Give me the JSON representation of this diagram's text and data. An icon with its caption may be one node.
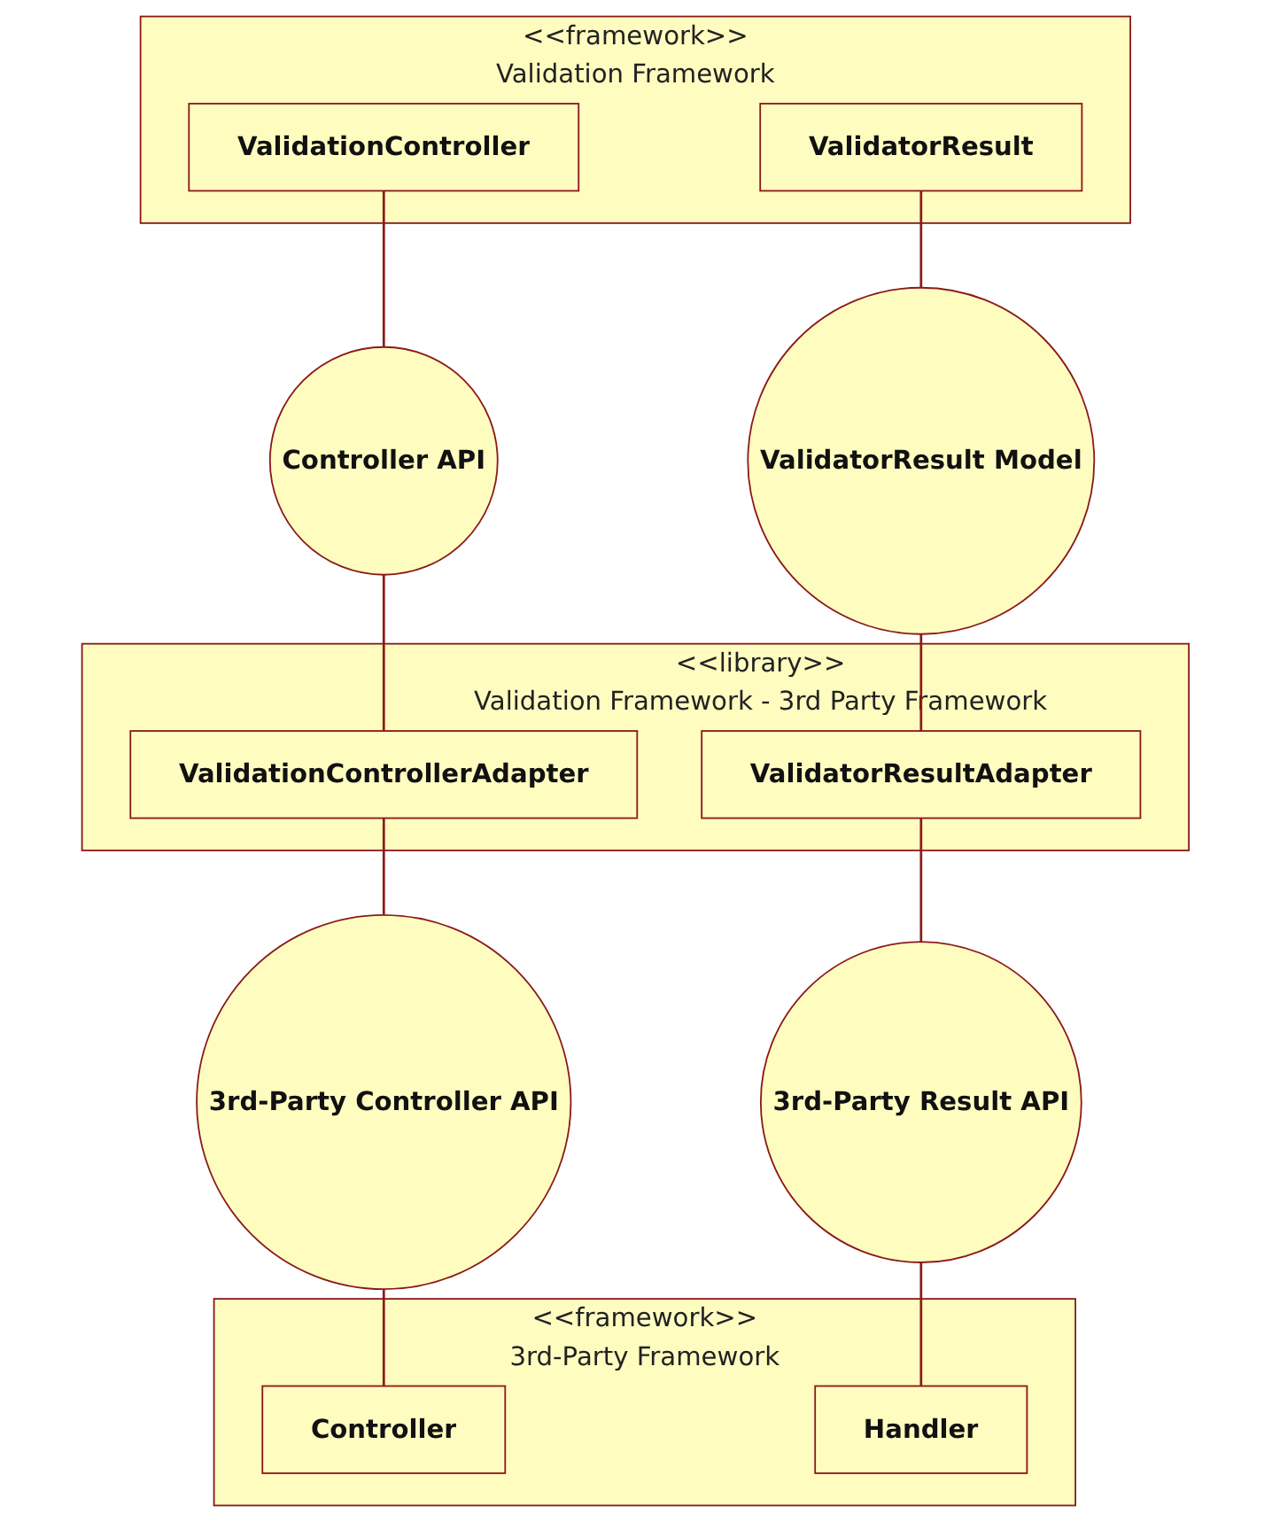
{
  "diagram": {
    "nodes": [
      {
        "text": [
          "<<framework>>",
          "Validation Framework"
        ]
      },
      {
        "text": [
          "ValidationController"
        ],
        "in": 0
      },
      {
        "text": [
          "ValidatorResult"
        ],
        "in": 0
      },
      {
        "text": [
          "Controller API"
        ]
      },
      {
        "text": [
          "ValidatorResult Model"
        ]
      },
      {
        "text": [
          "<<library>>",
          "Validation Framework - 3rd Party Framework"
        ]
      },
      {
        "text": [
          "ValidationControllerAdapter"
        ],
        "in": 5
      },
      {
        "text": [
          "ValidatorResultAdapter"
        ],
        "in": 5
      },
      {
        "text": [
          "3rd-Party Controller API"
        ]
      },
      {
        "text": [
          "3rd-Party Result API"
        ]
      },
      {
        "text": [
          "<<framework>>",
          "3rd-Party Framework"
        ]
      },
      {
        "text": [
          "Controller"
        ],
        "in": 10
      },
      {
        "text": [
          "Handler"
        ],
        "in": 10
      }
    ],
    "edges": [
      {
        "from": 1,
        "to": 3,
        "arrow": "none"
      },
      {
        "from": 3,
        "to": 6,
        "arrow": "none"
      },
      {
        "from": 2,
        "to": 4,
        "arrow": "none"
      },
      {
        "from": 4,
        "to": 7,
        "arrow": "none"
      },
      {
        "from": 6,
        "to": 8,
        "arrow": "none"
      },
      {
        "from": 8,
        "to": 11,
        "arrow": "none"
      },
      {
        "from": 7,
        "to": 9,
        "arrow": "none"
      },
      {
        "from": 9,
        "to": 12,
        "arrow": "none"
      }
    ]
  }
}
